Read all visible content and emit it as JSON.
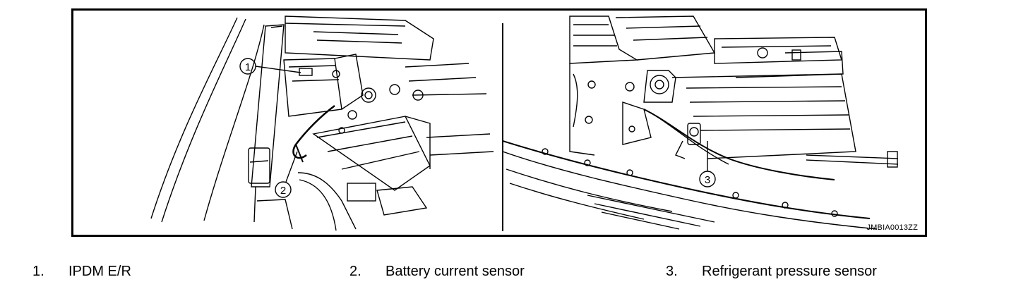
{
  "figure": {
    "code": "JMBIA0013ZZ",
    "callouts": [
      "1",
      "2",
      "3"
    ]
  },
  "legend": [
    {
      "num": "1.",
      "label": "IPDM E/R"
    },
    {
      "num": "2.",
      "label": "Battery current sensor"
    },
    {
      "num": "3.",
      "label": "Refrigerant pressure sensor"
    }
  ]
}
